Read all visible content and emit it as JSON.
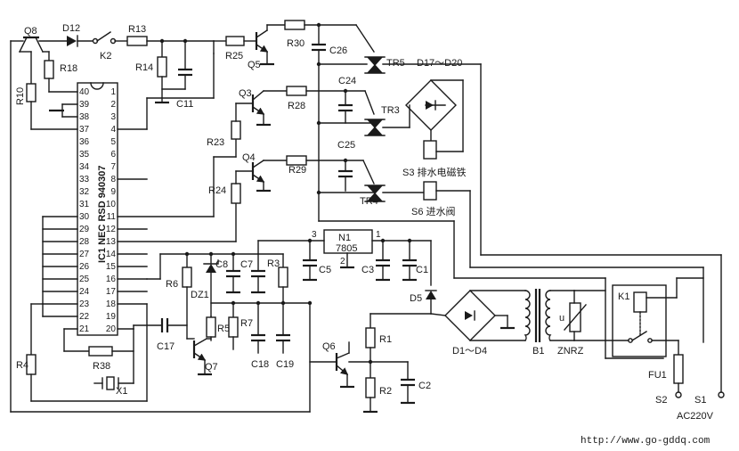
{
  "ic1": {
    "name": "IC1 NEC RSD 940307",
    "left_pins": [
      "40",
      "39",
      "38",
      "37",
      "36",
      "35",
      "34",
      "33",
      "32",
      "31",
      "30",
      "29",
      "28",
      "27",
      "26",
      "25",
      "24",
      "23",
      "22",
      "21"
    ],
    "right_pins": [
      "1",
      "2",
      "3",
      "4",
      "5",
      "6",
      "7",
      "8",
      "9",
      "10",
      "11",
      "12",
      "13",
      "14",
      "15",
      "16",
      "17",
      "18",
      "19",
      "20"
    ]
  },
  "labels": {
    "q8": "Q8",
    "d12": "D12",
    "k2": "K2",
    "r13": "R13",
    "r14": "R14",
    "c11": "C11",
    "r18": "R18",
    "r10": "R10",
    "r25": "R25",
    "q5": "Q5",
    "r30": "R30",
    "c26": "C26",
    "tr5": "TR5",
    "d17": "D17～D20",
    "q3": "Q3",
    "r28": "R28",
    "c24": "C24",
    "tr3": "TR3",
    "r23": "R23",
    "c25": "C25",
    "s3": "S3 排水电磁铁",
    "q4": "Q4",
    "r29": "R29",
    "r24": "R24",
    "tr4": "TR4",
    "s6": "S6 进水阀",
    "n1": "N1",
    "n1b": "7805",
    "p3": "3",
    "p2": "2",
    "p1": "1",
    "c8": "C8",
    "c7": "C7",
    "r3": "R3",
    "c5": "C5",
    "c3": "C3",
    "c1": "C1",
    "r6": "R6",
    "dz1": "DZ1",
    "d5": "D5",
    "r5": "R5",
    "r7": "R7",
    "c17": "C17",
    "q7": "Q7",
    "c18": "C18",
    "c19": "C19",
    "q6": "Q6",
    "r1": "R1",
    "r2": "R2",
    "c2": "C2",
    "r4": "R4",
    "r38": "R38",
    "x1": "X1",
    "d1": "D1～D4",
    "b1": "B1",
    "znrz": "ZNRZ",
    "u": "u",
    "k1": "K1",
    "fu1": "FU1",
    "s2": "S2",
    "s1": "S1",
    "ac": "AC220V"
  },
  "footer": {
    "url": "http://www.go-gddq.com"
  }
}
